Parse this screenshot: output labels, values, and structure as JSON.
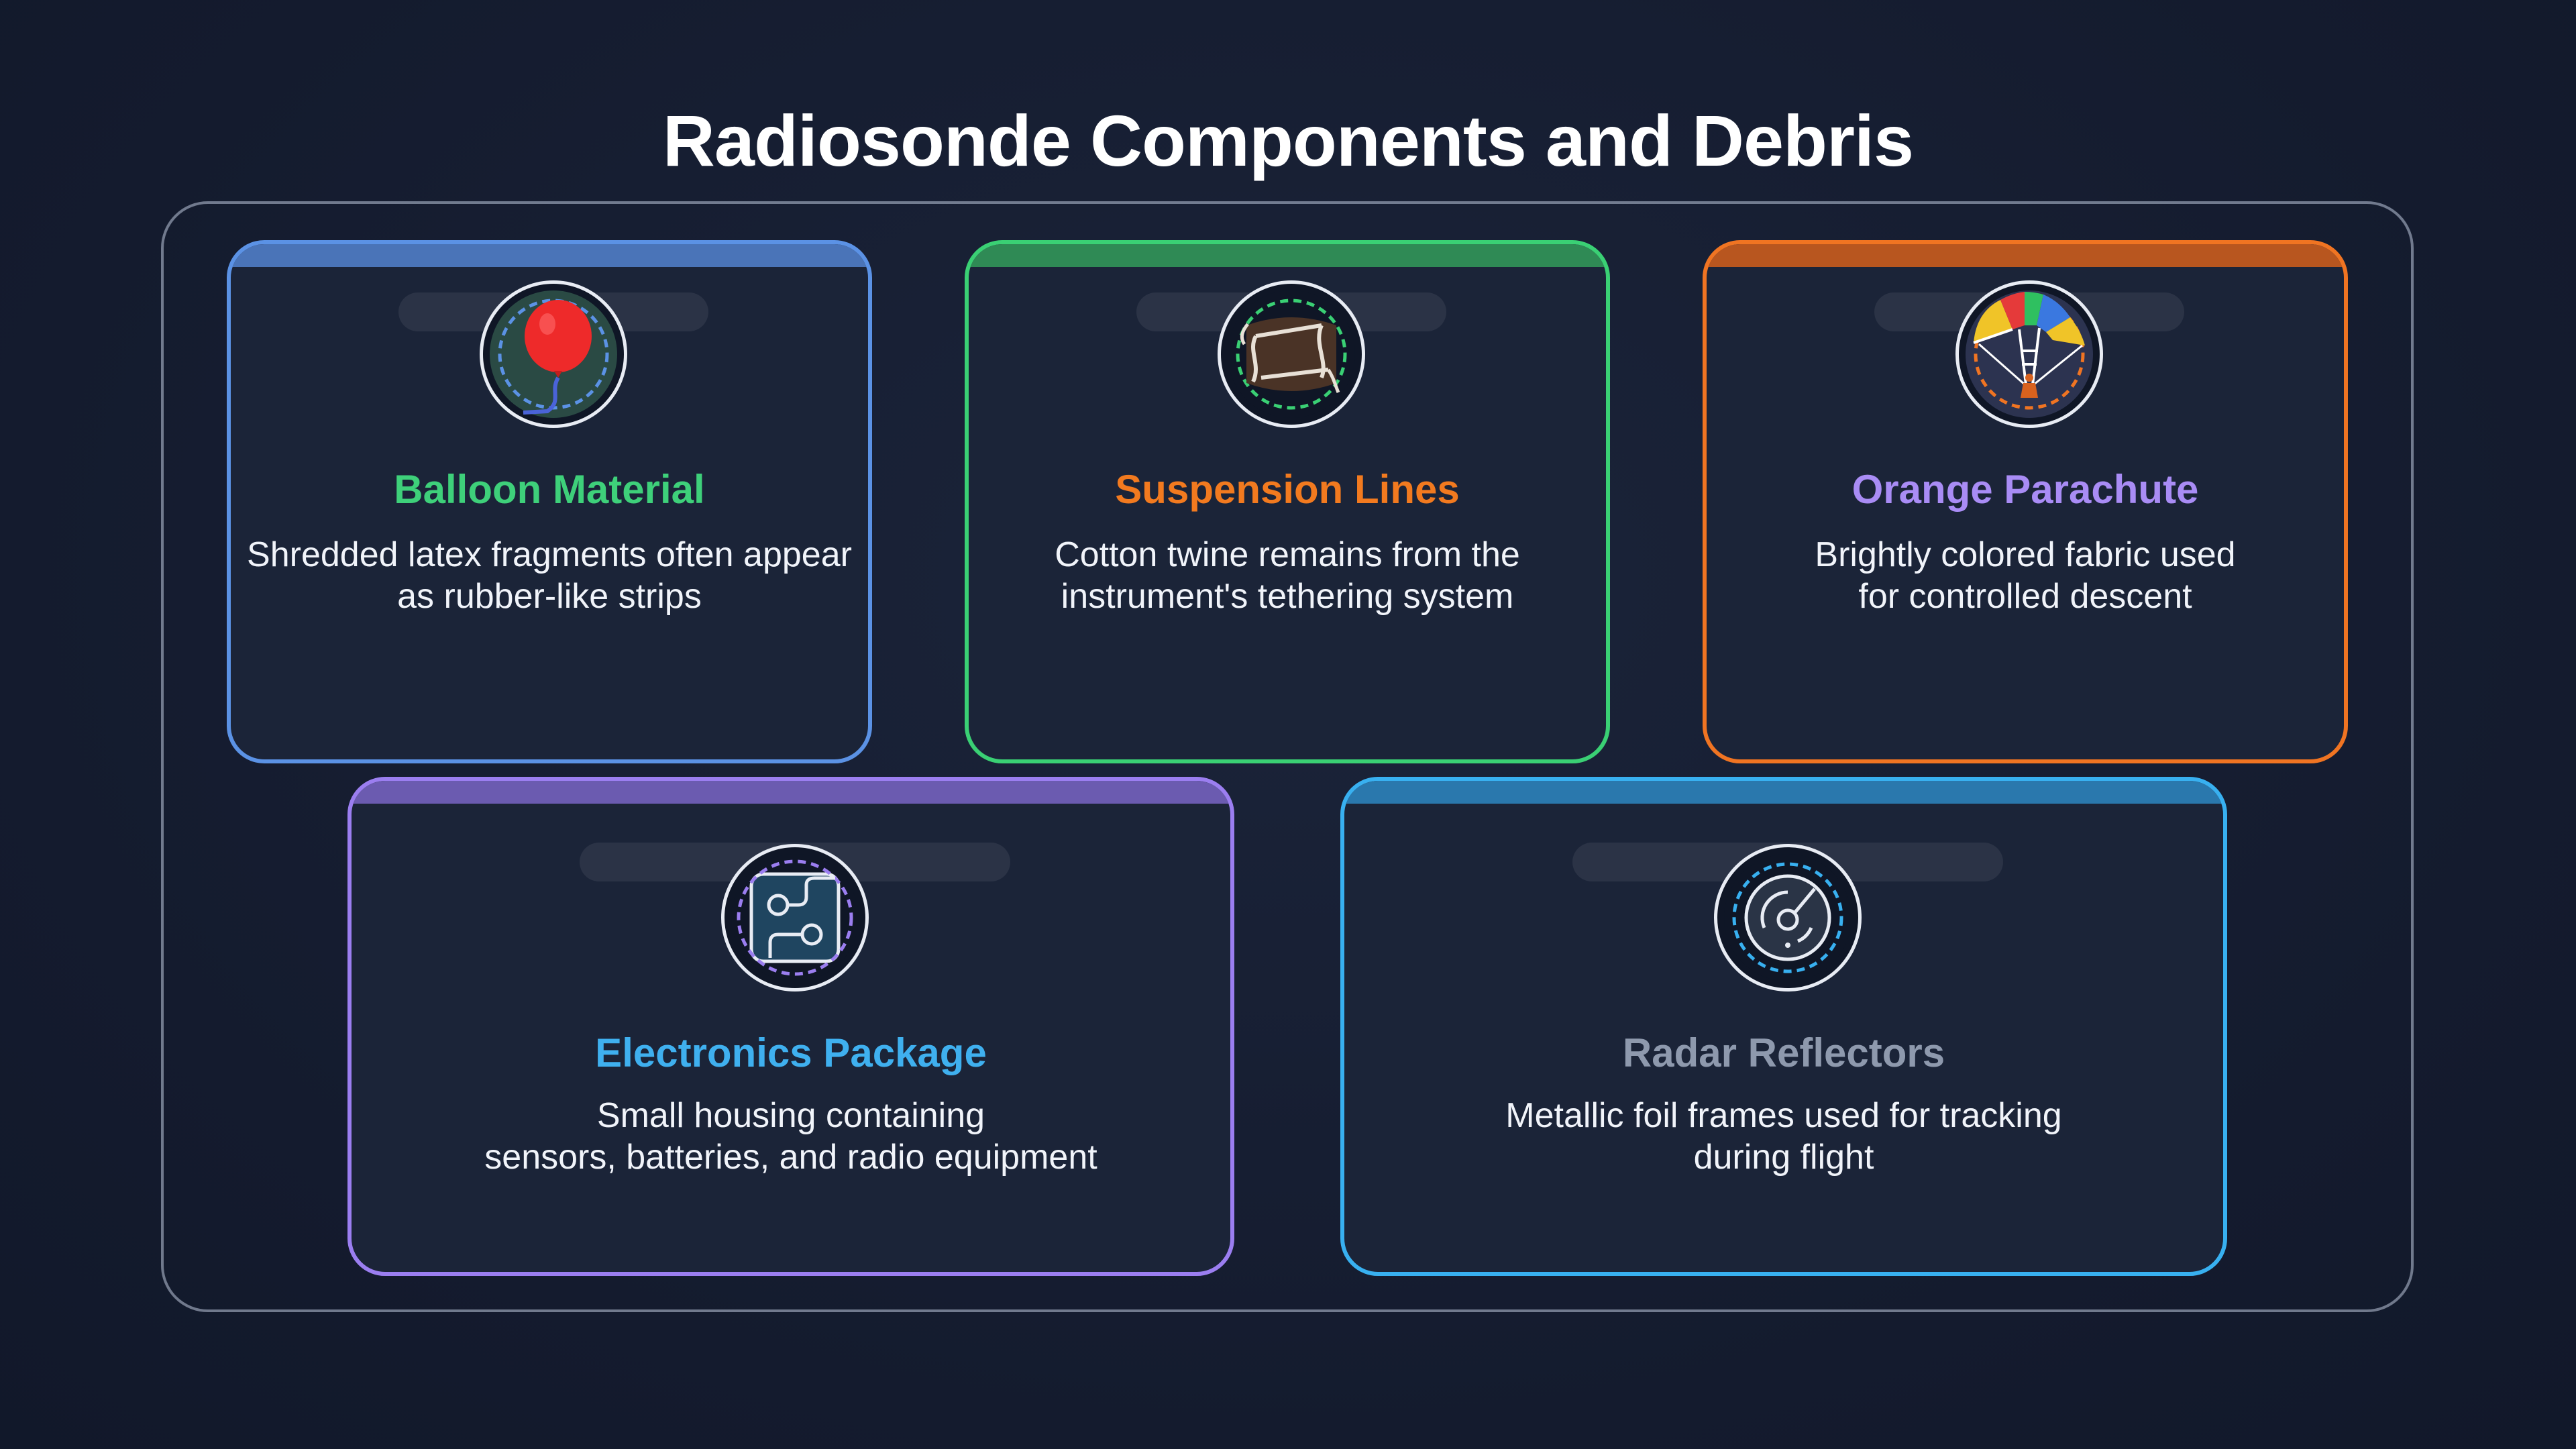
{
  "title": "Radiosonde Components and Debris",
  "cards": [
    {
      "heading": "Balloon Material",
      "description": "Shredded latex fragments often appear\nas rubber-like strips",
      "icon": "balloon-icon",
      "accent": "#5b92e5",
      "heading_color": "#3ed07a"
    },
    {
      "heading": "Suspension Lines",
      "description": "Cotton twine remains from the\ninstrument's tethering system",
      "icon": "twine-spool-icon",
      "accent": "#3ad074",
      "heading_color": "#f27a1f"
    },
    {
      "heading": "Orange Parachute",
      "description": "Brightly colored fabric used\nfor controlled descent",
      "icon": "parachute-icon",
      "accent": "#f07422",
      "heading_color": "#a98cf5"
    },
    {
      "heading": "Electronics Package",
      "description": "Small housing containing\nsensors, batteries, and radio equipment",
      "icon": "circuit-board-icon",
      "accent": "#9b7ef0",
      "heading_color": "#3fb0ef"
    },
    {
      "heading": "Radar Reflectors",
      "description": "Metallic foil frames used for tracking\nduring flight",
      "icon": "radar-icon",
      "accent": "#38b0f0",
      "heading_color": "#8e99ad"
    }
  ]
}
